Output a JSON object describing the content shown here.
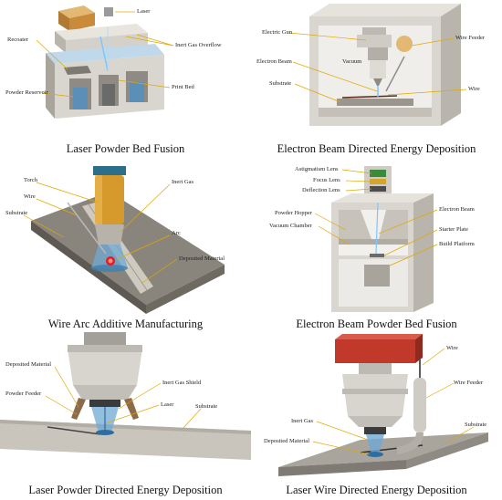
{
  "panels": [
    {
      "caption": "Laser Powder Bed Fusion",
      "labels": [
        "Laser",
        "Inert Gas Overflow",
        "Recoater",
        "Powder Reservoir",
        "Print Bed"
      ]
    },
    {
      "caption": "Electron Beam Directed Energy Deposition",
      "labels": [
        "Electric Gun",
        "Wire Feeder",
        "Electron Beam",
        "Vacuum",
        "Substrate",
        "Wire"
      ]
    },
    {
      "caption": "Wire Arc Additive Manufacturing",
      "labels": [
        "Torch",
        "Inert Gas",
        "Wire",
        "Substrate",
        "Arc",
        "Deposited Material"
      ]
    },
    {
      "caption": "Electron Beam Powder Bed Fusion",
      "labels": [
        "Astigmatism Lens",
        "Focus Lens",
        "Deflection Lens",
        "Powder Hopper",
        "Vacuum Chamber",
        "Electron Beam",
        "Starter Plate",
        "Build Platform"
      ]
    },
    {
      "caption": "Laser Powder Directed Energy Deposition",
      "labels": [
        "Deposited Material",
        "Powder Feeder",
        "Inert Gas Shield",
        "Laser",
        "Substrate"
      ]
    },
    {
      "caption": "Laser Wire Directed Energy Deposition",
      "labels": [
        "Wire",
        "Wire Feeder",
        "Inert Gas",
        "Substrate",
        "Deposited Material"
      ]
    }
  ],
  "colors": {
    "leader": "#e0a800",
    "machine_gray": "#d9d6cf",
    "glass_blue": "#4f93c6",
    "laser_box": "#c98b3a",
    "red_head": "#c0392b"
  }
}
